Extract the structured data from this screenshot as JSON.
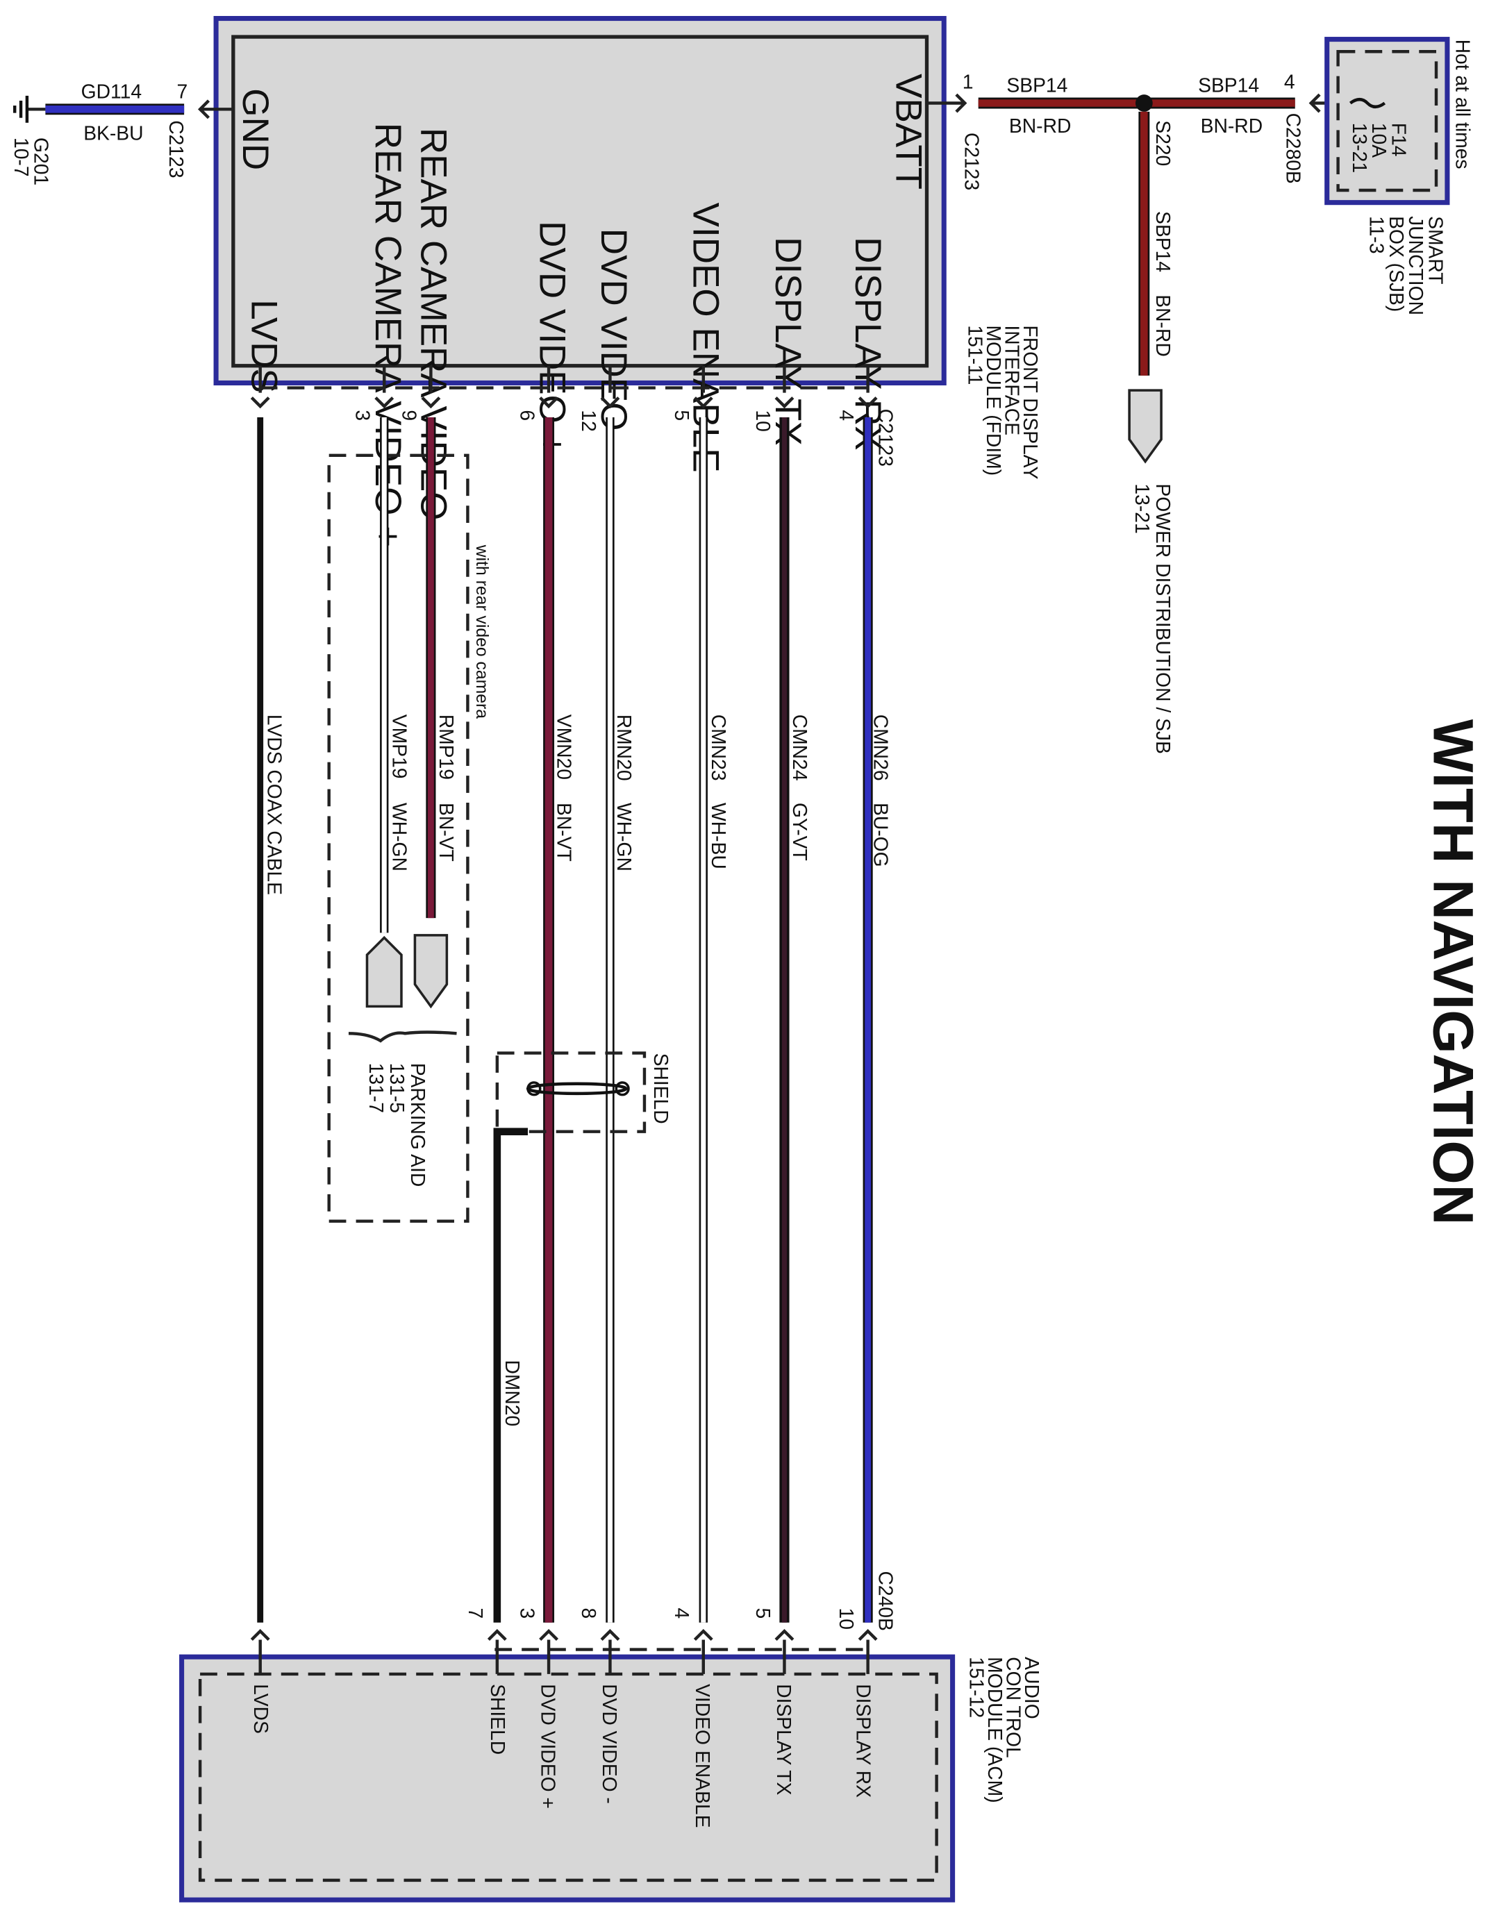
{
  "title": "WITH NAVIGATION",
  "colors": {
    "frame_blue": "#2b2b9a",
    "box_gray": "#d7d7d7",
    "wire_brown_red": "#8b1a1a",
    "wire_brown_violet": "#7a1a3a",
    "wire_gray_violet": "#3a1a2a",
    "wire_blue_orange": "#3030c0",
    "wire_white": "#ffffff",
    "wire_black": "#111111"
  },
  "fdim": {
    "name": "FRONT DISPLAY INTERFACE MODULE (FDIM)",
    "name_lines": [
      "FRONT DISPLAY",
      "INTERFACE",
      "MODULE (FDIM)",
      "151-11"
    ],
    "pins": {
      "gnd": "GND",
      "vbatt": "VBATT",
      "lvds": "LVDS",
      "rear_cam_video_plus": "REAR CAMERA VIDEO +",
      "rear_cam_video_minus": "REAR CAMERA VIDEO -",
      "dvd_video_plus": "DVD VIDEO +",
      "dvd_video_minus": "DVD VIDEO -",
      "video_enable": "VIDEO ENABLE",
      "display_tx": "DISPLAY TX",
      "display_rx": "DISPLAY RX"
    },
    "connector": "C2123"
  },
  "acm": {
    "name_lines": [
      "AUDIO",
      "CON TROL",
      "MODULE (ACM)",
      "151-12"
    ],
    "pins": {
      "lvds": "LVDS",
      "shield": "SHIELD",
      "dvd_video_plus": "DVD VIDEO +",
      "dvd_video_minus": "DVD VIDEO -",
      "video_enable": "VIDEO ENABLE",
      "display_tx": "DISPLAY TX",
      "display_rx": "DISPLAY RX"
    },
    "connector": "C240B"
  },
  "ground": {
    "circuit": "GD114",
    "color": "BK-BU",
    "pin": "7",
    "connector": "C2123",
    "point": "G201",
    "ref": "10-7"
  },
  "power": {
    "circuit_a": "SBP14",
    "color_a": "BN-RD",
    "pin_a": "1",
    "connector_a": "C2123",
    "circuit_b": "SBP14",
    "color_b": "BN-RD",
    "pin_b": "4",
    "connector_b": "C2280B",
    "splice": "S220",
    "circuit_c": "SBP14",
    "color_c": "BN-RD",
    "dest_lines": [
      "POWER DISTRIBUTION / SJB",
      "13-21"
    ]
  },
  "fuse": {
    "hot": "Hot at all times",
    "id": "F14",
    "rating": "10A",
    "ref": "13-21",
    "sjb_lines": [
      "SMART",
      "JUNCTION",
      "BOX (SJB)",
      "11-3"
    ]
  },
  "wires": [
    {
      "key": "display_rx",
      "circuit": "CMN26",
      "color": "BU-OG",
      "fdim_pin": "4",
      "acm_pin": "10"
    },
    {
      "key": "display_tx",
      "circuit": "CMN24",
      "color": "GY-VT",
      "fdim_pin": "10",
      "acm_pin": "5"
    },
    {
      "key": "video_enable",
      "circuit": "CMN23",
      "color": "WH-BU",
      "fdim_pin": "5",
      "acm_pin": "4"
    },
    {
      "key": "dvd_video_minus",
      "circuit": "RMN20",
      "color": "WH-GN",
      "fdim_pin": "12",
      "acm_pin": "8"
    },
    {
      "key": "dvd_video_plus",
      "circuit": "VMN20",
      "color": "BN-VT",
      "fdim_pin": "6",
      "acm_pin": "3"
    },
    {
      "key": "rear_cam_minus",
      "circuit": "RMP19",
      "color": "BN-VT",
      "fdim_pin": "9"
    },
    {
      "key": "rear_cam_plus",
      "circuit": "VMP19",
      "color": "WH-GN",
      "fdim_pin": "3"
    },
    {
      "key": "lvds",
      "circuit": "LVDS COAX CABLE",
      "color": ""
    }
  ],
  "drain": {
    "circuit": "DMN20",
    "acm_pin": "7"
  },
  "shield_label": "SHIELD",
  "rear_camera": {
    "note": "with rear video camera",
    "dest_lines": [
      "PARKING AID",
      "131-5",
      "131-7"
    ]
  }
}
